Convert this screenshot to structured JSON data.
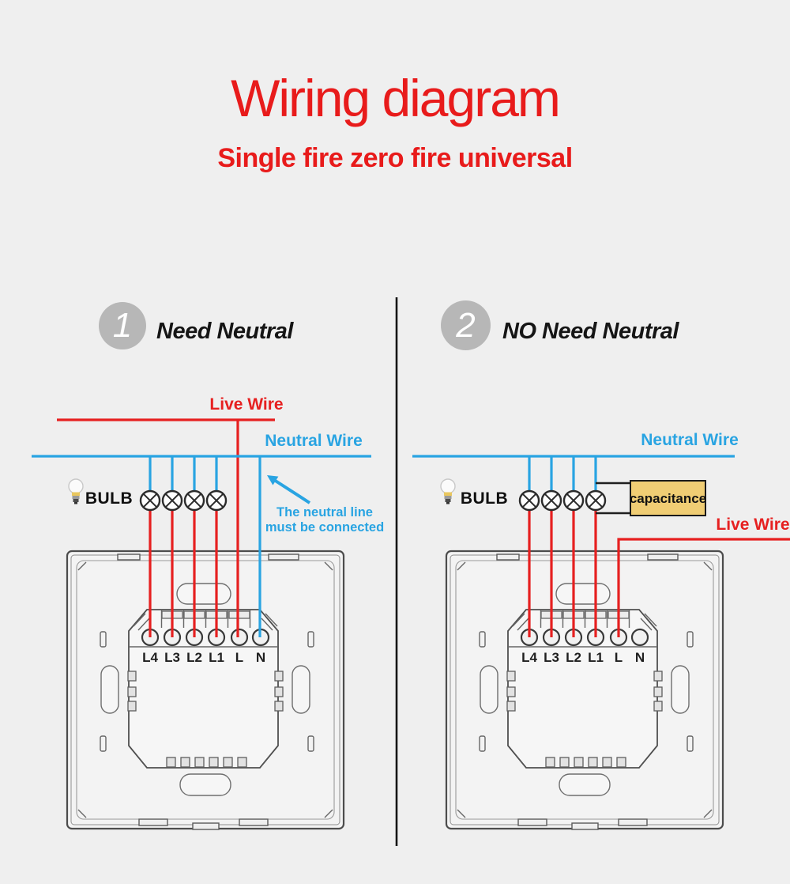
{
  "title": "Wiring diagram",
  "subtitle": "Single fire zero fire universal",
  "colors": {
    "red": "#e62020",
    "blue": "#29a4e2",
    "title_red": "#e81b1b",
    "badge_gray": "#b7b7b7",
    "capacitor_fill": "#f0cd74",
    "wire_black": "#1f1f1f"
  },
  "sections": [
    {
      "number": "1",
      "label": "Need Neutral"
    },
    {
      "number": "2",
      "label": "NO Need Neutral"
    }
  ],
  "left": {
    "live_label": "Live Wire",
    "neutral_label": "Neutral Wire",
    "bulb_label": "BULB",
    "note_line1": "The neutral line",
    "note_line2": "must be connected"
  },
  "right": {
    "neutral_label": "Neutral Wire",
    "live_label": "Live Wire",
    "bulb_label": "BULB",
    "capacitor_label": "capacitance"
  },
  "switch": {
    "terminals": [
      "L4",
      "L3",
      "L2",
      "L1",
      "L",
      "N"
    ]
  }
}
